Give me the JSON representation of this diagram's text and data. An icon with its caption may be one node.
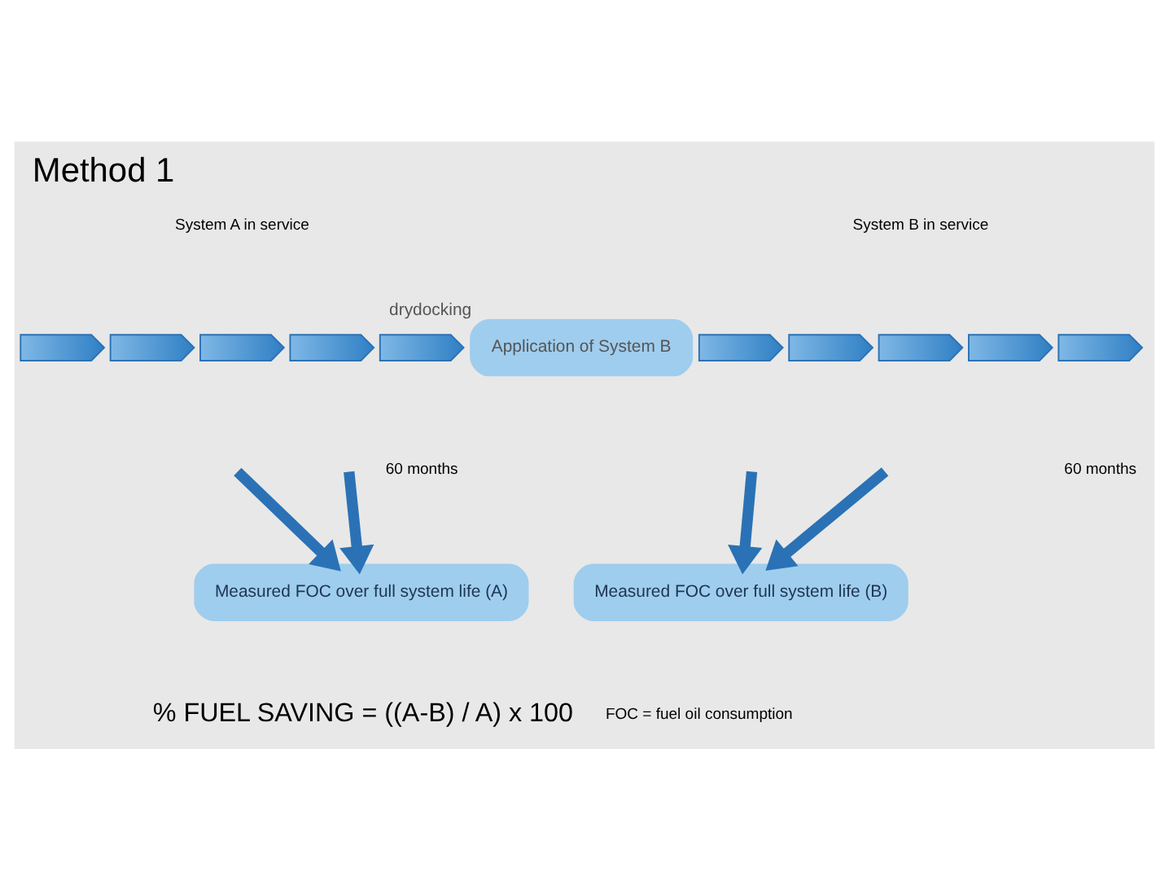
{
  "diagram": {
    "title": "Method 1",
    "nodes": [
      {
        "text": [],
        "shape": "chevron"
      },
      {
        "text": [],
        "shape": "chevron"
      },
      {
        "text": [],
        "shape": "chevron"
      },
      {
        "text": [],
        "shape": "chevron"
      },
      {
        "text": [],
        "shape": "chevron"
      },
      {
        "text": [
          "Application of System B"
        ],
        "beside": [
          "drydocking"
        ]
      },
      {
        "text": [],
        "shape": "chevron"
      },
      {
        "text": [],
        "shape": "chevron"
      },
      {
        "text": [],
        "shape": "chevron"
      },
      {
        "text": [],
        "shape": "chevron"
      },
      {
        "text": [],
        "shape": "chevron"
      },
      {
        "text": [
          "Measured FOC over full system life (A)"
        ]
      },
      {
        "text": [
          "Measured FOC over full system life (B)"
        ]
      }
    ],
    "edges": [
      {
        "from": null,
        "to": 11,
        "arrow": "to"
      },
      {
        "from": null,
        "to": 11,
        "arrow": "to"
      },
      {
        "from": null,
        "to": 12,
        "arrow": "to"
      },
      {
        "from": null,
        "to": 12,
        "arrow": "to"
      }
    ],
    "labels": [
      "System A in service",
      "60 months",
      "System B in service",
      "60 months",
      "% FUEL SAVING = ((A-B) / A) x 100",
      "FOC = fuel oil consumption"
    ]
  }
}
